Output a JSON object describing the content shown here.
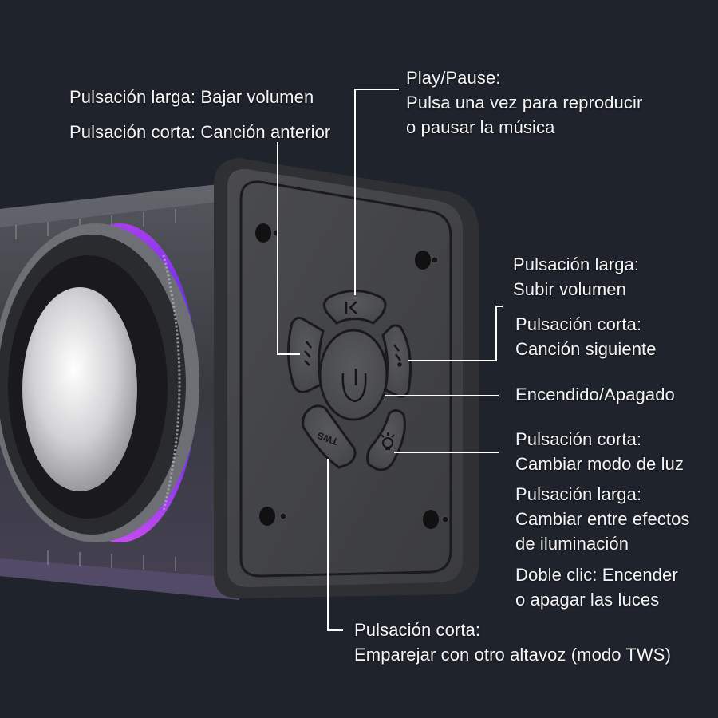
{
  "diagram": {
    "subject": "Bluetooth speaker control panel",
    "background_color": "#1f232c",
    "line_color": "#ffffff",
    "buttons": [
      {
        "id": "prev",
        "icon": "previous-track-icon",
        "glyph": "⏮"
      },
      {
        "id": "play",
        "icon": "play-pause-icon",
        "glyph": "⏯"
      },
      {
        "id": "next",
        "icon": "next-track-icon",
        "glyph": "⏭"
      },
      {
        "id": "power",
        "icon": "power-icon",
        "glyph": "⏻"
      },
      {
        "id": "light",
        "icon": "light-bulb-icon",
        "glyph": "💡"
      },
      {
        "id": "tws",
        "icon": "tws-icon",
        "label": "TWS"
      }
    ],
    "callouts": {
      "prev": {
        "line1": "Pulsación larga: Bajar volumen",
        "line2": "Pulsación corta: Canción anterior"
      },
      "play": {
        "line1": "Play/Pause:",
        "line2": "Pulsa una vez para reproducir",
        "line3": "o pausar la música"
      },
      "next": {
        "line1": "Pulsación larga:",
        "line2": "Subir volumen",
        "line3": "Pulsación corta:",
        "line4": "Canción siguiente"
      },
      "power": {
        "line1": "Encendido/Apagado"
      },
      "light": {
        "line1": "Pulsación corta:",
        "line2": "Cambiar modo de luz",
        "line3": "Pulsación larga:",
        "line4": "Cambiar entre efectos",
        "line5": "de iluminación",
        "line6": "Doble clic: Encender",
        "line7": "o apagar las luces"
      },
      "tws": {
        "line1": "Pulsación corta:",
        "line2": "Emparejar con otro altavoz (modo TWS)"
      }
    }
  }
}
